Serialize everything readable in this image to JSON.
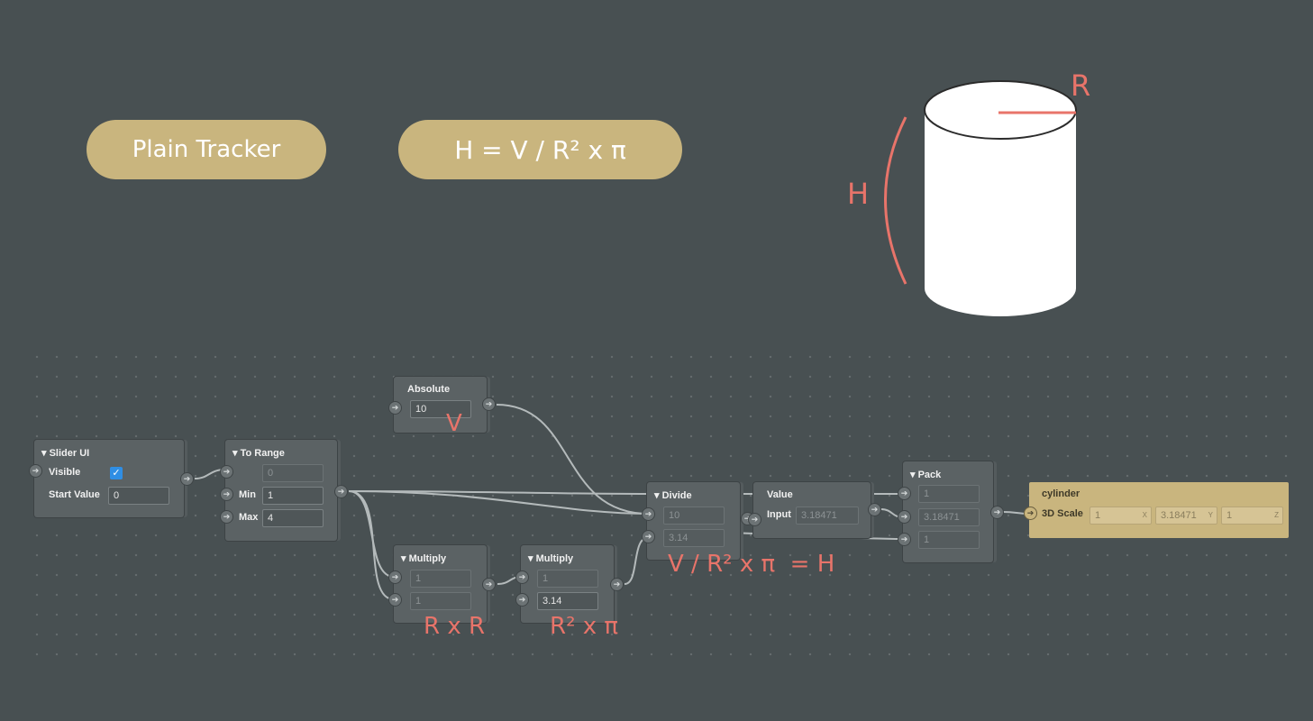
{
  "pills": {
    "plain_tracker": "Plain Tracker",
    "formula": "H = V / R² x π"
  },
  "cylinder": {
    "radius_label": "R",
    "height_label": "H",
    "accent_color": "#e8746a"
  },
  "nodes": {
    "slider_ui": {
      "title": "▾ Slider UI",
      "visible_label": "Visible",
      "visible_checked": true,
      "start_value_label": "Start Value",
      "start_value": "0"
    },
    "to_range": {
      "title": "▾ To Range",
      "input_value": "0",
      "min_label": "Min",
      "min_value": "1",
      "max_label": "Max",
      "max_value": "4"
    },
    "absolute": {
      "title": "Absolute",
      "value": "10"
    },
    "multiply_1": {
      "title": "▾ Multiply",
      "a": "1",
      "b": "1"
    },
    "multiply_2": {
      "title": "▾ Multiply",
      "a": "1",
      "b": "3.14"
    },
    "divide": {
      "title": "▾ Divide",
      "a": "10",
      "b": "3.14"
    },
    "value": {
      "title": "Value",
      "input_label": "Input",
      "input_value": "3.18471"
    },
    "pack": {
      "title": "▾ Pack",
      "x": "1",
      "y": "3.18471",
      "z": "1"
    },
    "cylinder_patch": {
      "title": "cylinder",
      "scale_label": "3D Scale",
      "x": "1",
      "y": "3.18471",
      "z": "1",
      "x_axis": "X",
      "y_axis": "Y",
      "z_axis": "Z",
      "color": "#c9b57e"
    }
  },
  "annotations": {
    "v": "V",
    "r_x_r": "R x R",
    "r2_x_pi": "R² x π",
    "result": "V / R² x π  = H"
  }
}
